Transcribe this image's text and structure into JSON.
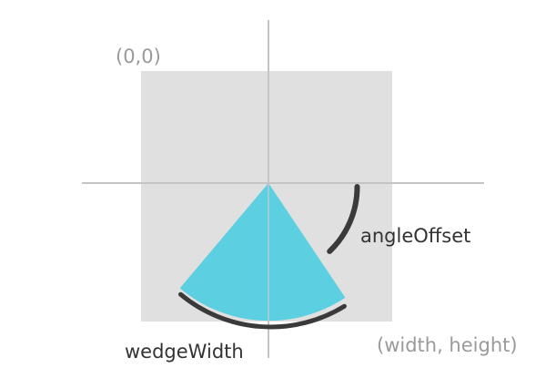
{
  "labels": {
    "origin": "(0,0)",
    "extent": "(width, height)",
    "angle_offset": "angleOffset",
    "wedge_width": "wedgeWidth"
  },
  "colors": {
    "background": "#ffffff",
    "canvas_fill": "#e0e0e0",
    "axis_line": "#c4c4c4",
    "wedge_fill": "#5ccfe0",
    "arc_stroke": "#3a3a3a",
    "muted_text": "#9a9a9a",
    "dark_text": "#333333"
  }
}
